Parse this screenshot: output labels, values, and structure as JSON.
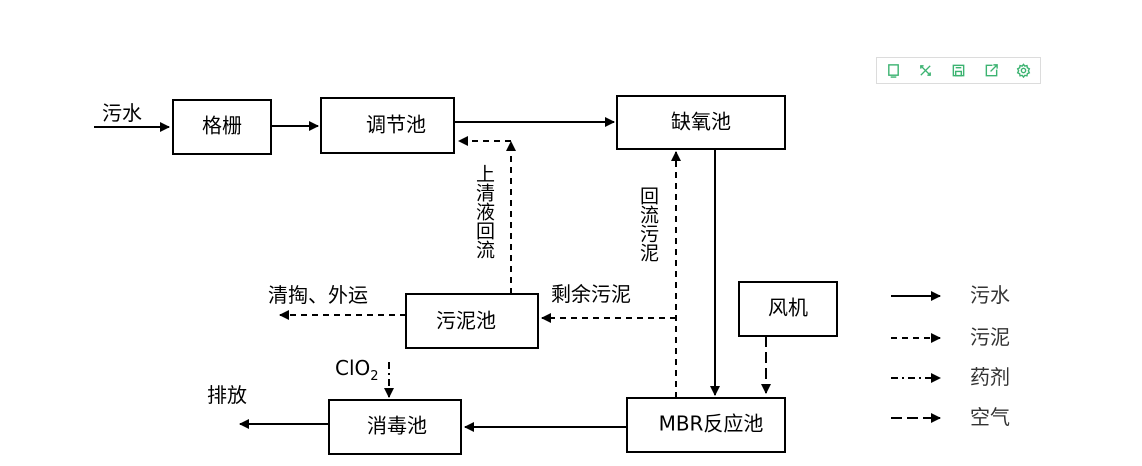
{
  "labels": {
    "input": "污水",
    "grille": "格栅",
    "regulating_tank": "调节池",
    "anoxic_tank": "缺氧池",
    "mbr_tank": "MBR反应池",
    "disinfection_tank": "消毒池",
    "sludge_tank": "污泥池",
    "blower": "风机",
    "supernatant_return": "上清液回流",
    "return_sludge": "回流污泥",
    "excess_sludge": "剩余污泥",
    "cleanout": "清掏、外运",
    "discharge": "排放",
    "clo2": "ClO",
    "clo2_sub": "2"
  },
  "legend": {
    "sewage": "污水",
    "sludge": "污泥",
    "chemical": "药剂",
    "air": "空气"
  },
  "toolbar": {
    "icons": [
      "data-view-icon",
      "restore-icon",
      "save-image-icon",
      "share-icon",
      "settings-icon"
    ]
  }
}
